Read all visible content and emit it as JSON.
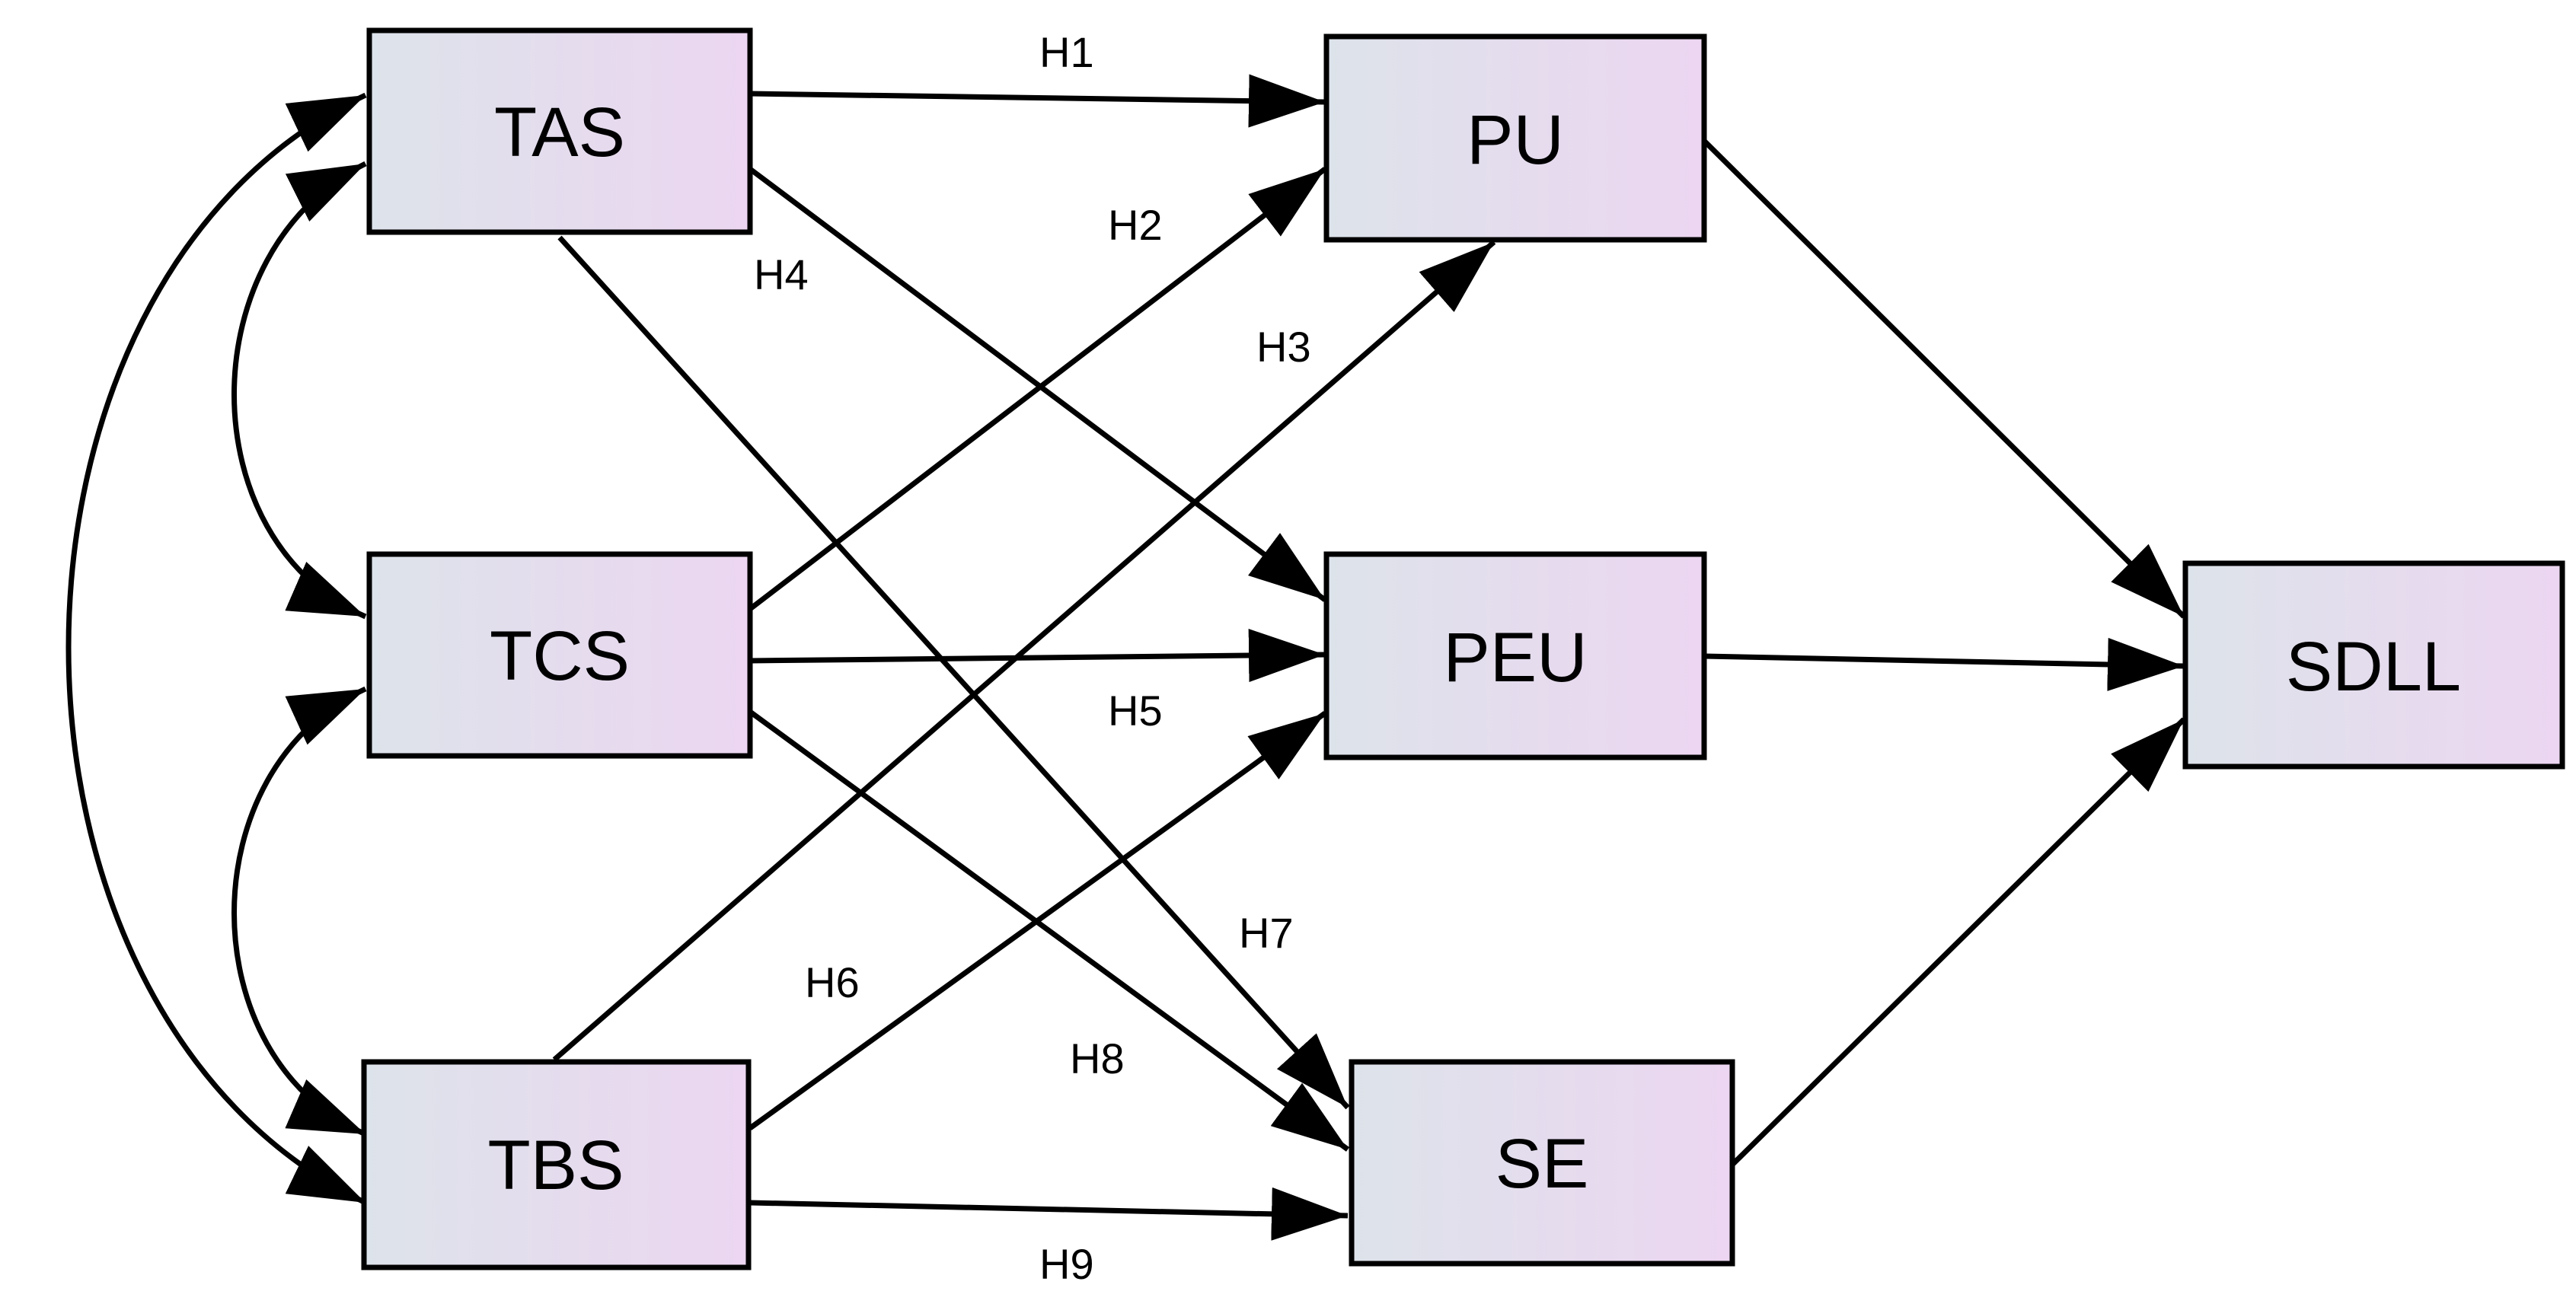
{
  "diagram": {
    "nodes": [
      {
        "id": "TAS",
        "label": "TAS"
      },
      {
        "id": "TCS",
        "label": "TCS"
      },
      {
        "id": "TBS",
        "label": "TBS"
      },
      {
        "id": "PU",
        "label": "PU"
      },
      {
        "id": "PEU",
        "label": "PEU"
      },
      {
        "id": "SE",
        "label": "SE"
      },
      {
        "id": "SDLL",
        "label": "SDLL"
      }
    ],
    "paths": [
      {
        "from": "TAS",
        "to": "PU",
        "label": "H1"
      },
      {
        "from": "TCS",
        "to": "PU",
        "label": "H2"
      },
      {
        "from": "TBS",
        "to": "PU",
        "label": "H3"
      },
      {
        "from": "TAS",
        "to": "PEU",
        "label": "H4"
      },
      {
        "from": "TCS",
        "to": "PEU",
        "label": "H5"
      },
      {
        "from": "TBS",
        "to": "PEU",
        "label": "H6"
      },
      {
        "from": "TAS",
        "to": "SE",
        "label": "H7"
      },
      {
        "from": "TCS",
        "to": "SE",
        "label": "H8"
      },
      {
        "from": "TBS",
        "to": "SE",
        "label": "H9"
      },
      {
        "from": "PU",
        "to": "SDLL",
        "label": ""
      },
      {
        "from": "PEU",
        "to": "SDLL",
        "label": ""
      },
      {
        "from": "SE",
        "to": "SDLL",
        "label": ""
      }
    ],
    "covariances": [
      {
        "between": [
          "TAS",
          "TCS"
        ]
      },
      {
        "between": [
          "TCS",
          "TBS"
        ]
      },
      {
        "between": [
          "TAS",
          "TBS"
        ]
      }
    ],
    "colors": {
      "box_fill_start": "#dde3ea",
      "box_fill_end": "#ecd6f1",
      "stroke": "#000000"
    }
  }
}
